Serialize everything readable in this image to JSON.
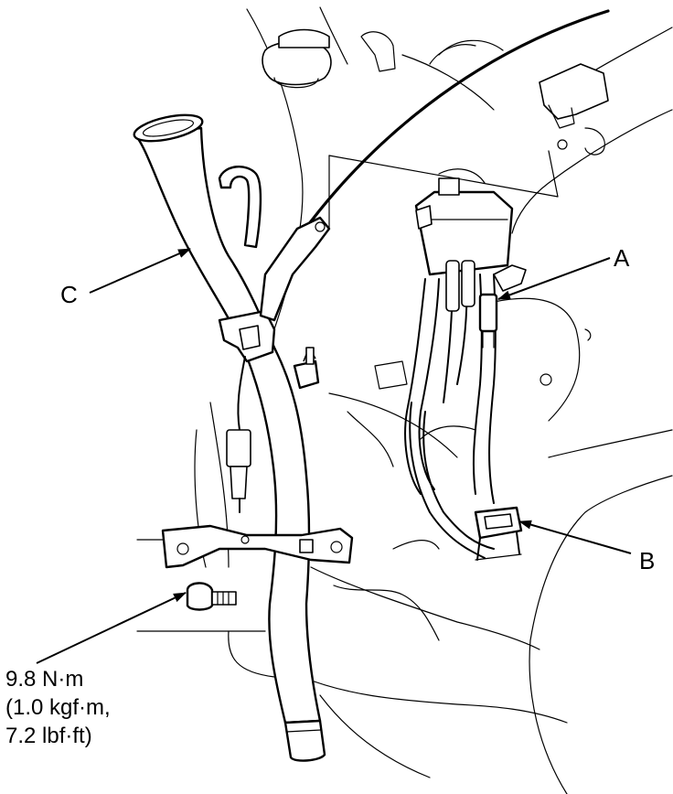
{
  "callouts": {
    "a": "A",
    "b": "B",
    "c": "C"
  },
  "torque_spec": {
    "line1": "9.8 N·m",
    "line2": "(1.0 kgf·m,",
    "line3": "7.2 lbf·ft)"
  }
}
